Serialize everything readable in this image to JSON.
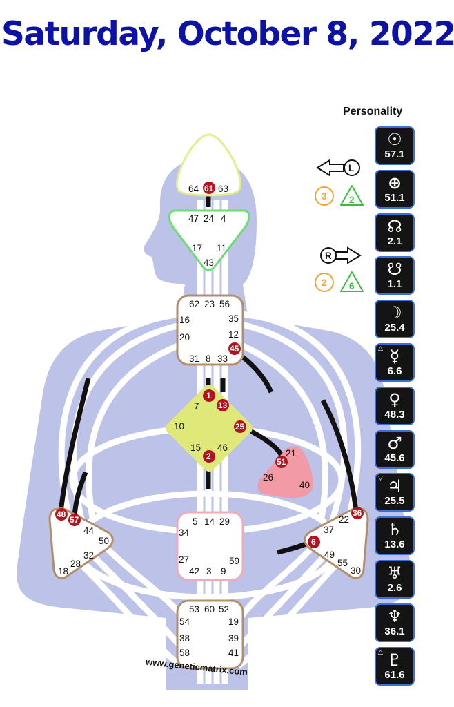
{
  "header": {
    "date_title": "Saturday, October 8, 2022"
  },
  "panel": {
    "title": "Personality",
    "planets": [
      {
        "symbol": "☉",
        "value": "57.1",
        "mark": "",
        "icon": "sun-icon"
      },
      {
        "symbol": "⊕",
        "value": "51.1",
        "mark": "",
        "icon": "earth-icon"
      },
      {
        "symbol": "☊",
        "value": "2.1",
        "mark": "",
        "icon": "north-node-icon"
      },
      {
        "symbol": "☋",
        "value": "1.1",
        "mark": "",
        "icon": "south-node-icon"
      },
      {
        "symbol": "☽",
        "value": "25.4",
        "mark": "",
        "icon": "moon-icon"
      },
      {
        "symbol": "☿",
        "value": "6.6",
        "mark": "△",
        "icon": "mercury-icon"
      },
      {
        "symbol": "♀",
        "value": "48.3",
        "mark": "",
        "icon": "venus-icon"
      },
      {
        "symbol": "♂",
        "value": "45.6",
        "mark": "",
        "icon": "mars-icon"
      },
      {
        "symbol": "♃",
        "value": "25.5",
        "mark": "▽",
        "icon": "jupiter-icon"
      },
      {
        "symbol": "♄",
        "value": "13.6",
        "mark": "",
        "icon": "saturn-icon"
      },
      {
        "symbol": "♅",
        "value": "2.6",
        "mark": "",
        "icon": "uranus-icon"
      },
      {
        "symbol": "♆",
        "value": "36.1",
        "mark": "",
        "icon": "neptune-icon"
      },
      {
        "symbol": "♇",
        "value": "61.6",
        "mark": "△",
        "icon": "pluto-icon"
      }
    ]
  },
  "variables": {
    "top_arrow_letter": "L",
    "top_circle_value": "3",
    "top_triangle_value": "2",
    "bottom_arrow_letter": "R",
    "bottom_circle_value": "2",
    "bottom_triangle_value": "6"
  },
  "watermark": "www.geneticmatrix.com",
  "colors": {
    "title": "#0d12a6",
    "body_silhouette": "#bcc2e8",
    "active_gate": "#b3121f",
    "head_center_stroke": "#e1ee8a",
    "ajna_center_stroke": "#6bdc76",
    "g_center_fill": "#dfe97a",
    "ego_center_fill": "#f29aa5",
    "sacral_center_stroke": "#f2aab6",
    "center_stroke": "#b28f6a",
    "variable_circle": "#f2a431",
    "variable_triangle": "#3cbb3c",
    "panel_box": "#141414",
    "panel_border": "#3a6fd8"
  },
  "centers": {
    "head": [
      "64",
      "61",
      "63"
    ],
    "ajna": [
      "47",
      "24",
      "4",
      "17",
      "11",
      "43"
    ],
    "throat": [
      "62",
      "23",
      "56",
      "16",
      "35",
      "20",
      "12",
      "31",
      "8",
      "33",
      "45"
    ],
    "g": [
      "1",
      "7",
      "13",
      "10",
      "25",
      "15",
      "46",
      "2"
    ],
    "ego": [
      "21",
      "51",
      "26",
      "40"
    ],
    "sacral": [
      "5",
      "14",
      "29",
      "34",
      "27",
      "59",
      "42",
      "3",
      "9"
    ],
    "root": [
      "53",
      "60",
      "52",
      "54",
      "19",
      "38",
      "39",
      "58",
      "41"
    ],
    "spleen": [
      "48",
      "57",
      "44",
      "50",
      "32",
      "28",
      "18"
    ],
    "solar_plexus": [
      "36",
      "22",
      "37",
      "6",
      "49",
      "55",
      "30"
    ]
  },
  "active_gates": [
    "61",
    "45",
    "1",
    "13",
    "25",
    "2",
    "51",
    "48",
    "57",
    "36",
    "6"
  ]
}
